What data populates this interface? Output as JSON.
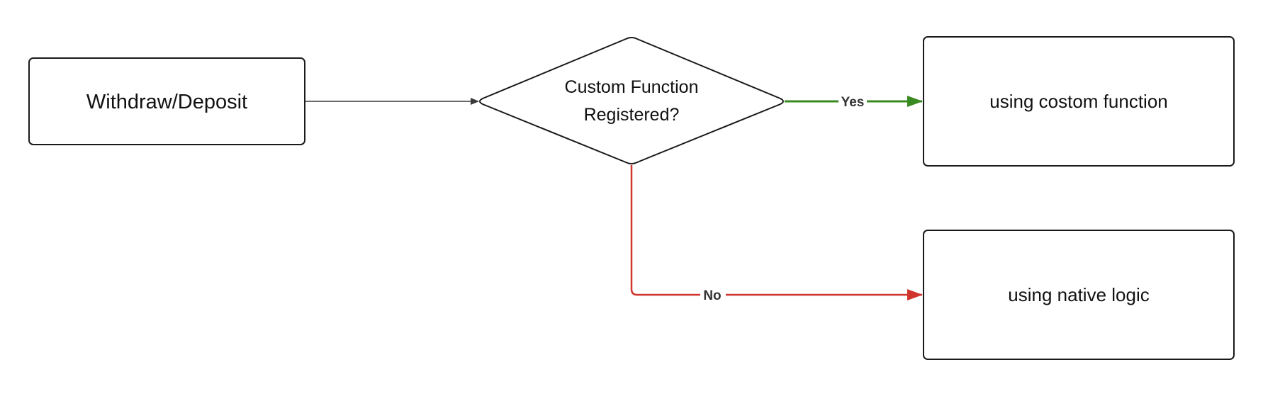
{
  "colors": {
    "node_stroke": "#1a1a1a",
    "default_edge": "#3a3a3a",
    "yes_edge": "#3a8a22",
    "no_edge": "#d0342c",
    "background": "#ffffff"
  },
  "nodes": {
    "start": {
      "label": "Withdraw/Deposit"
    },
    "decision": {
      "line1": "Custom Function",
      "line2": "Registered?"
    },
    "yes_target": {
      "label": "using costom function"
    },
    "no_target": {
      "label": "using native logic"
    }
  },
  "edges": {
    "yes_label": "Yes",
    "no_label": "No"
  }
}
